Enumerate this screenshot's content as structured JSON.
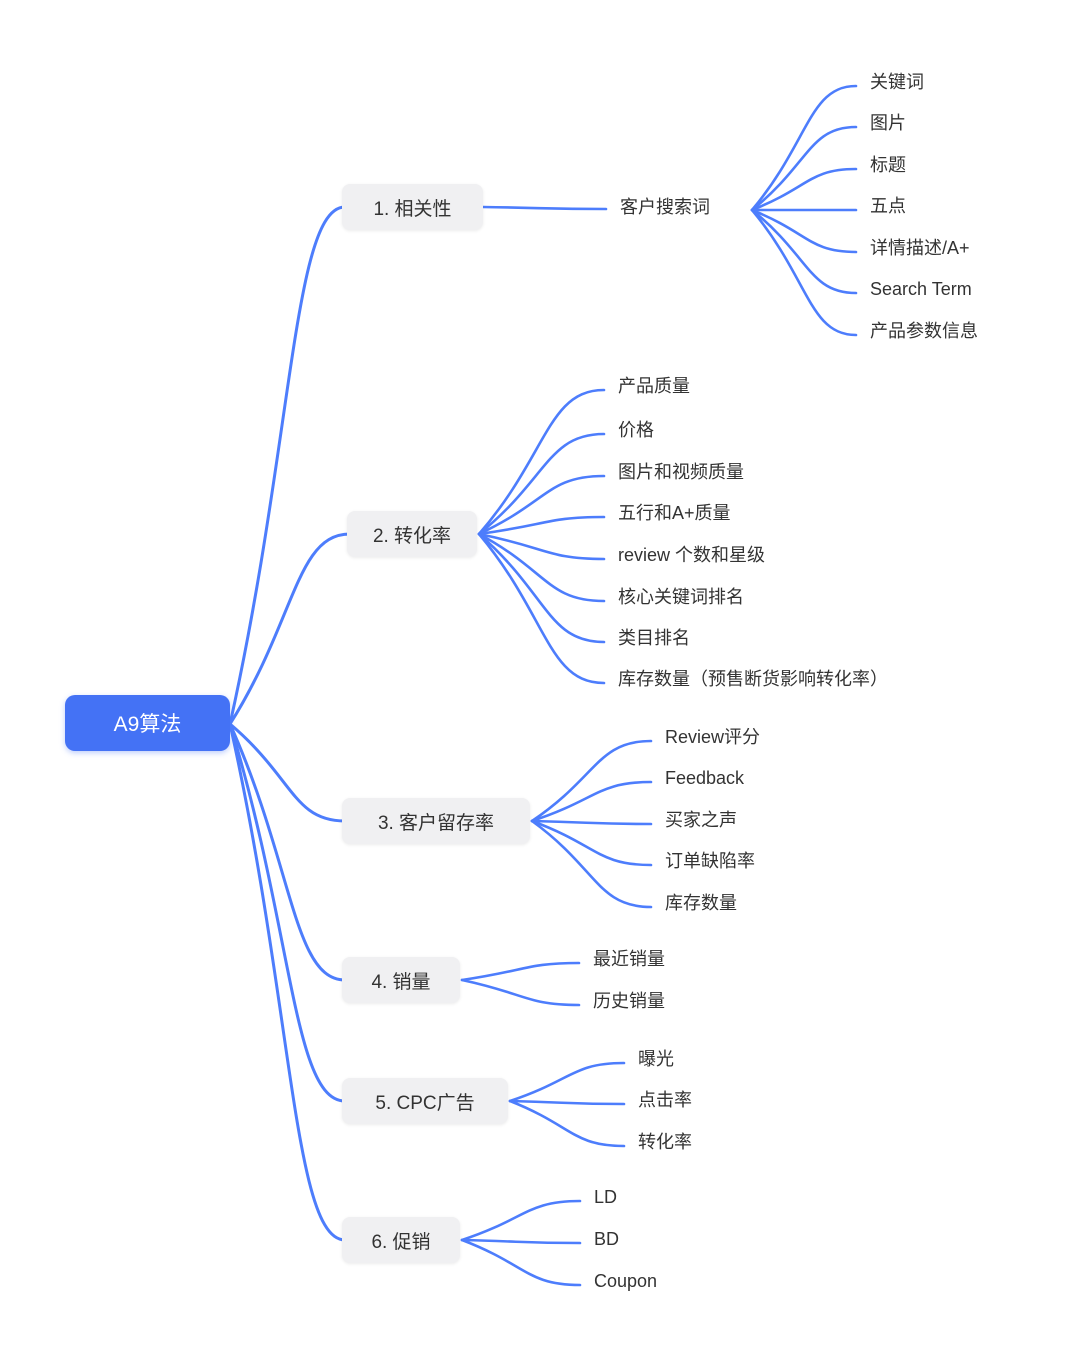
{
  "mindmap": {
    "root": {
      "id": "root",
      "label": "A9算法"
    },
    "branches": [
      {
        "id": "b1",
        "label": "1. 相关性",
        "child": {
          "id": "b1c1",
          "label": "客户搜索词",
          "leaves": [
            "关键词",
            "图片",
            "标题",
            "五点",
            "详情描述/A+",
            "Search Term",
            "产品参数信息"
          ]
        }
      },
      {
        "id": "b2",
        "label": "2. 转化率",
        "leaves": [
          "产品质量",
          "价格",
          "图片和视频质量",
          "五行和A+质量",
          "review 个数和星级",
          "核心关键词排名",
          "类目排名",
          "库存数量（预售断货影响转化率）"
        ]
      },
      {
        "id": "b3",
        "label": "3. 客户留存率",
        "leaves": [
          "Review评分",
          "Feedback",
          "买家之声",
          "订单缺陷率",
          "库存数量"
        ]
      },
      {
        "id": "b4",
        "label": "4. 销量",
        "leaves": [
          "最近销量",
          "历史销量"
        ]
      },
      {
        "id": "b5",
        "label": "5. CPC广告",
        "leaves": [
          "曝光",
          "点击率",
          "转化率"
        ]
      },
      {
        "id": "b6",
        "label": "6. 促销",
        "leaves": [
          "LD",
          "BD",
          "Coupon"
        ]
      }
    ]
  },
  "colors": {
    "edge": "#4d7dfc",
    "root_bg": "#4472f5",
    "root_text": "#ffffff",
    "node_bg": "#f0f0f2",
    "node_text": "#333333",
    "leaf_text": "#333333",
    "background": "#ffffff"
  }
}
